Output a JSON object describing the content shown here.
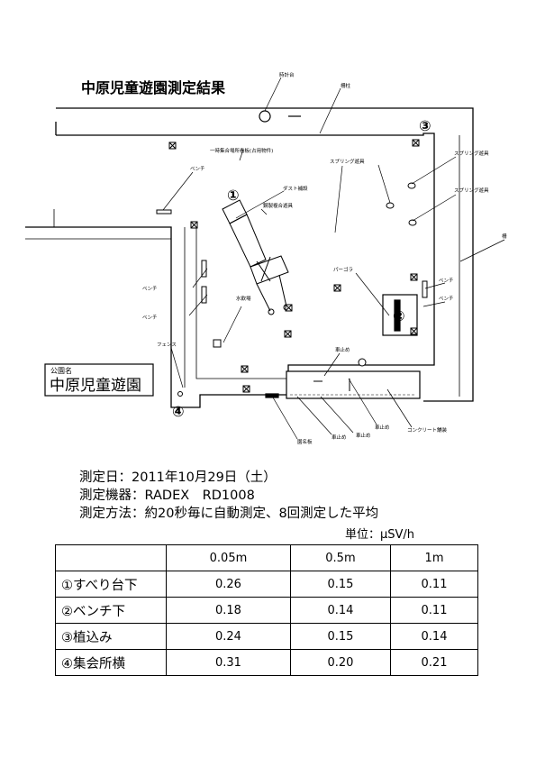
{
  "map": {
    "title": "中原児童遊園測定結果",
    "park_name_caption": "公園名",
    "park_name": "中原児童遊園",
    "markers": [
      "①",
      "②",
      "③",
      "④"
    ],
    "labels": {
      "clock": "時計台",
      "railing": "柵柱",
      "shelter": "一時集合場所看板(占用物件)",
      "bench_nw": "ベンチ",
      "dust": "ダスト補設",
      "composite": "鋼製複合遊具",
      "spring1": "スプリング遊具",
      "spring2": "スプリング遊具",
      "fence_e": "柵",
      "bench_l1": "ベンチ",
      "bench_l2": "ベンチ",
      "water": "水飲場",
      "pergola": "パーゴラ",
      "bench_r1": "ベンチ",
      "bench_r2": "ベンチ",
      "fence_w": "フェンス",
      "car_stop_top": "車止め",
      "sign": "園名板",
      "car_stop_a": "車止め",
      "car_stop_b": "車止め",
      "car_stop_c": "車止め",
      "concrete": "コンクリート舗装"
    }
  },
  "info": {
    "date_line": "測定日：2011年10月29日（土）",
    "device_line": "測定機器：RADEX　RD1008",
    "method_line": "測定方法：約20秒毎に自動測定、8回測定した平均",
    "unit_line": "単位：μSV/h"
  },
  "table": {
    "corner": "",
    "columns": [
      "0.05m",
      "0.5m",
      "1m"
    ],
    "rows": [
      {
        "label": "①すべり台下",
        "values": [
          "0.26",
          "0.15",
          "0.11"
        ]
      },
      {
        "label": "②ベンチ下",
        "values": [
          "0.18",
          "0.14",
          "0.11"
        ]
      },
      {
        "label": "③植込み",
        "values": [
          "0.24",
          "0.15",
          "0.14"
        ]
      },
      {
        "label": "④集会所横",
        "values": [
          "0.31",
          "0.20",
          "0.21"
        ]
      }
    ]
  }
}
